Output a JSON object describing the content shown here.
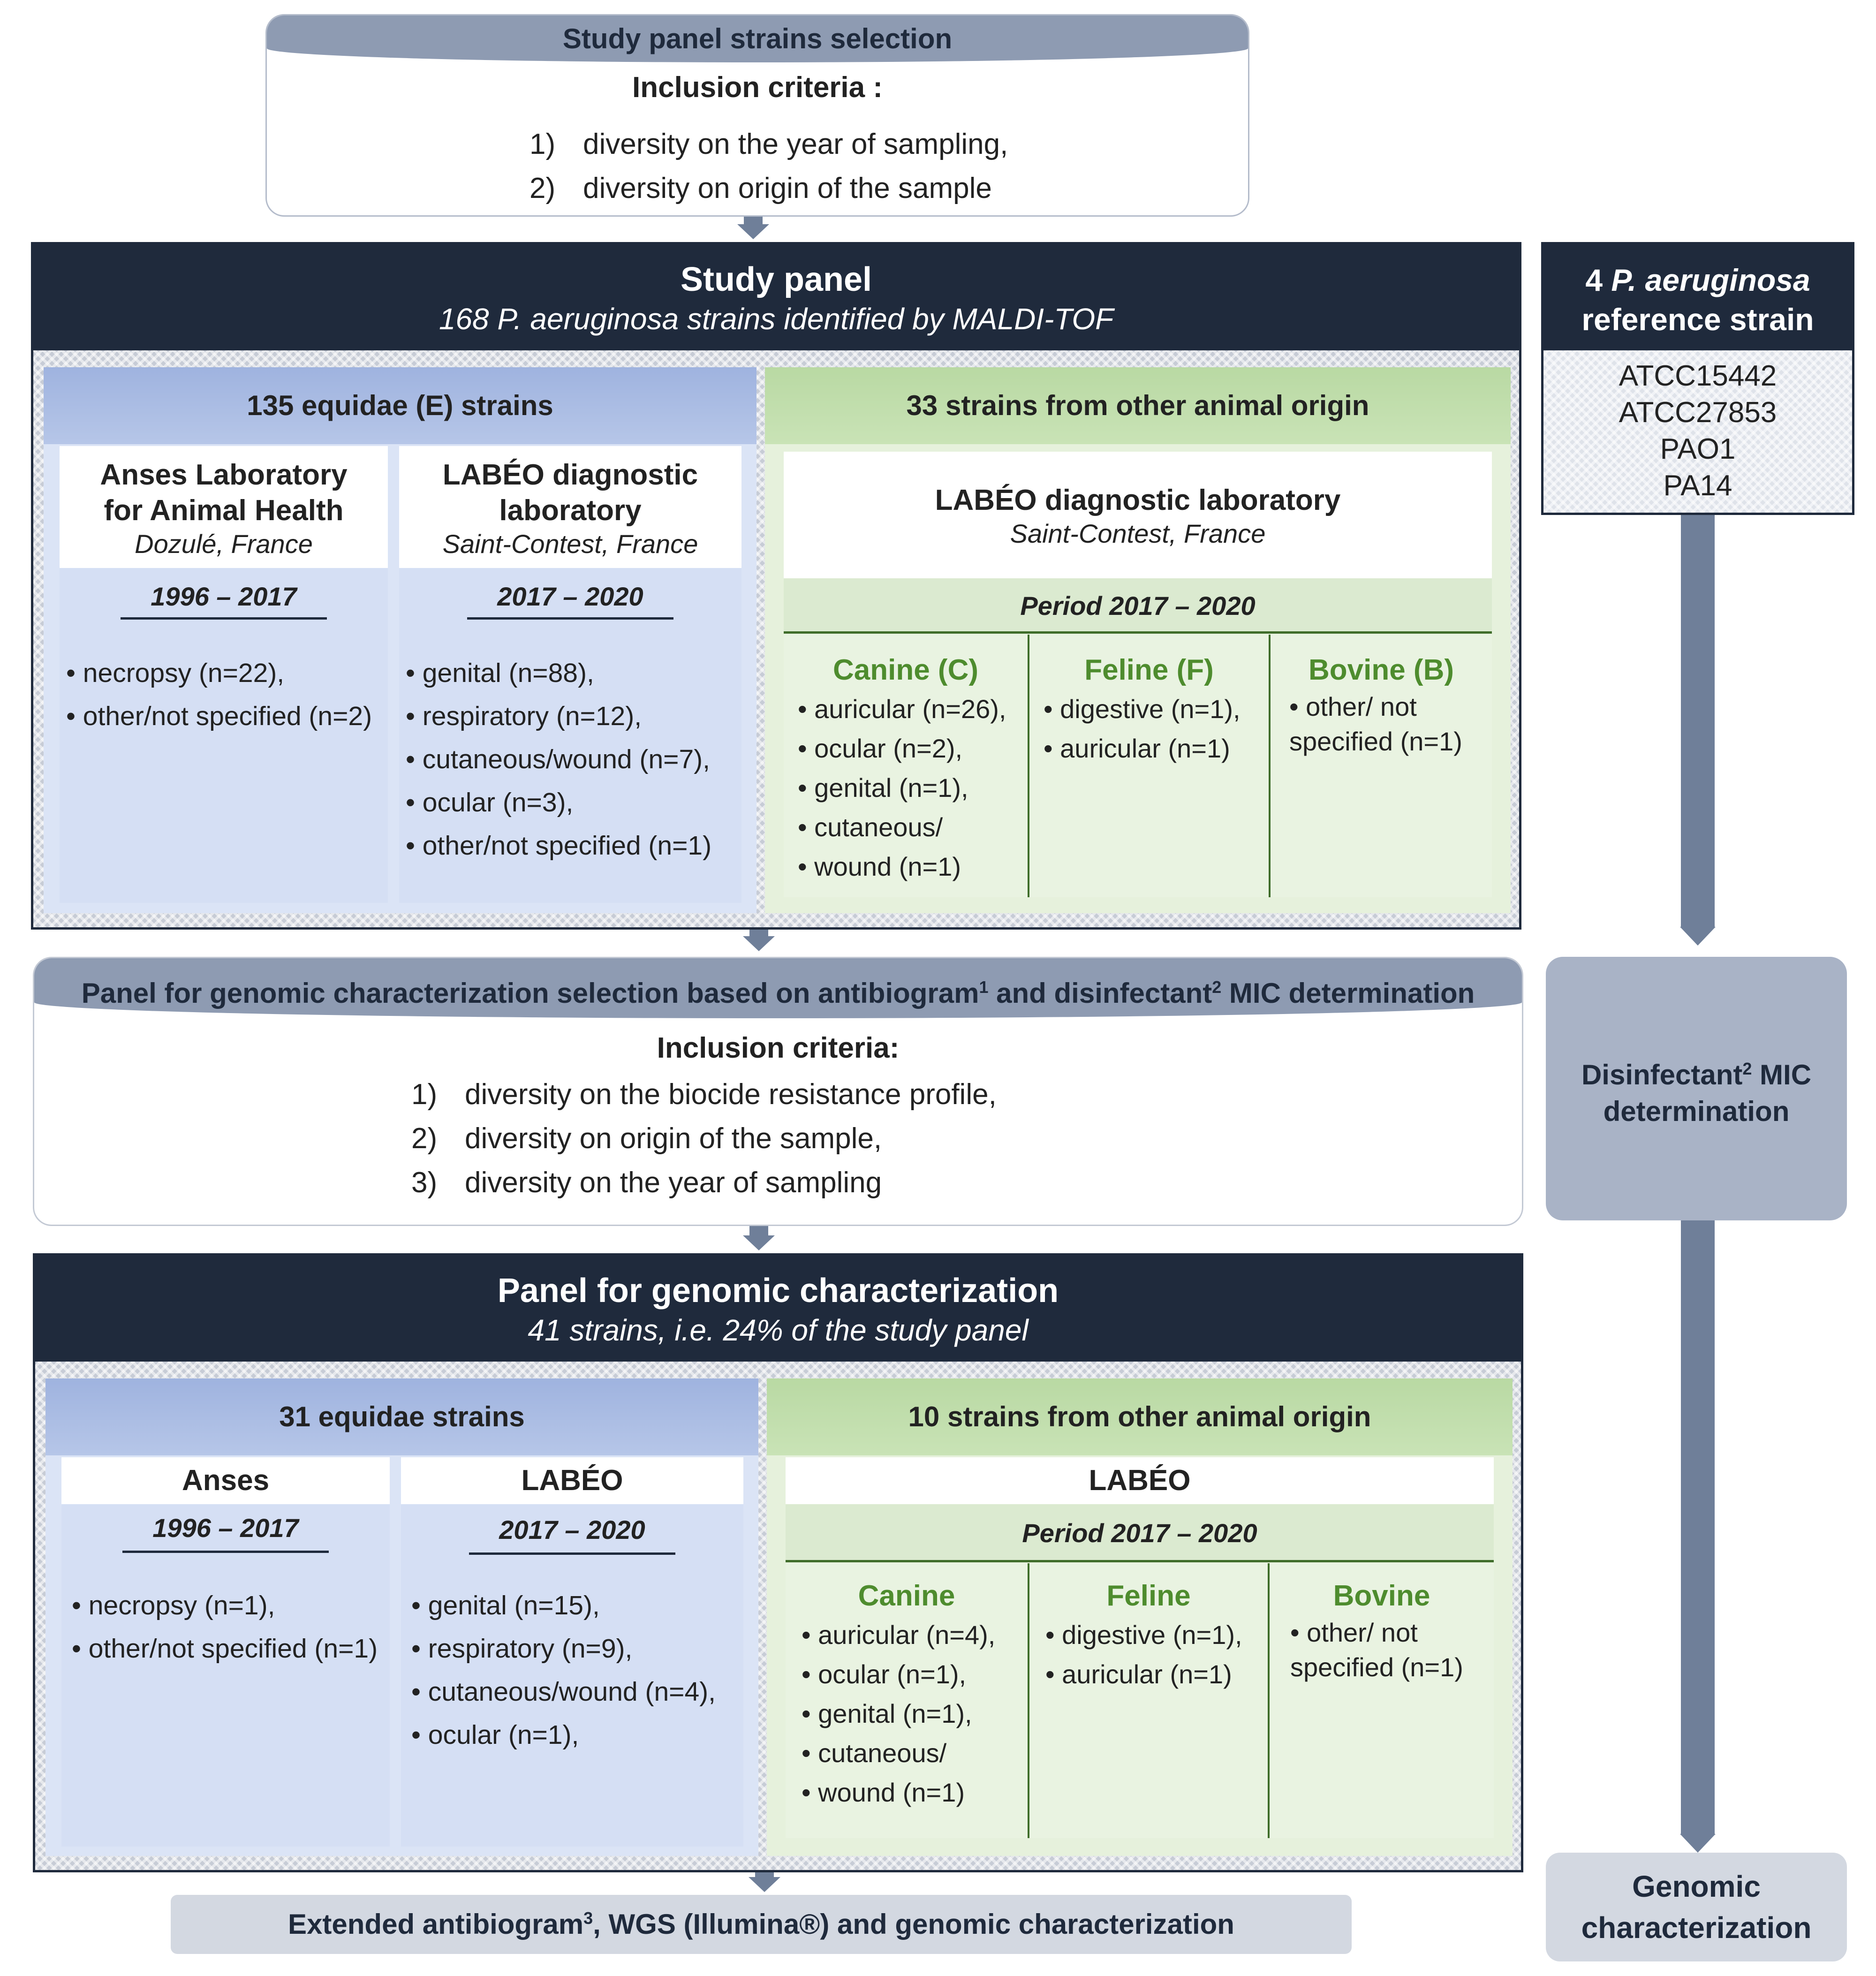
{
  "selection": {
    "header": "Study panel strains selection",
    "criteria_title": "Inclusion criteria :",
    "criteria": [
      {
        "num": "1)",
        "text": "diversity on the year of sampling,"
      },
      {
        "num": "2)",
        "text": "diversity on origin of the sample"
      }
    ]
  },
  "study_panel": {
    "title": "Study panel",
    "subtitle": "168 P. aeruginosa strains identified by MALDI-TOF",
    "equidae": {
      "title": "135 equidae (E) strains",
      "anses": {
        "name_line1": "Anses Laboratory",
        "name_line2": "for Animal Health",
        "location": "Dozulé, France",
        "period": "1996 – 2017",
        "items": [
          "• necropsy (n=22),",
          "• other/not specified (n=2)"
        ]
      },
      "labeo": {
        "name_line1": "LABÉO diagnostic",
        "name_line2": "laboratory",
        "location": "Saint-Contest, France",
        "period": "2017 – 2020",
        "items": [
          "• genital (n=88),",
          "• respiratory (n=12),",
          "• cutaneous/wound (n=7),",
          "• ocular (n=3),",
          "• other/not specified (n=1)"
        ]
      }
    },
    "other": {
      "title": "33 strains from other animal origin",
      "lab_name": "LABÉO diagnostic laboratory",
      "lab_location": "Saint-Contest, France",
      "period": "Period 2017 – 2020",
      "canine": {
        "title": "Canine (C)",
        "items": [
          "• auricular (n=26),",
          "• ocular (n=2),",
          "• genital (n=1),",
          "• cutaneous/",
          "• wound (n=1)"
        ]
      },
      "feline": {
        "title": "Feline (F)",
        "items": [
          "• digestive (n=1),",
          "• auricular (n=1)"
        ]
      },
      "bovine": {
        "title": "Bovine (B)",
        "items": [
          "• other/ not",
          "specified (n=1)"
        ]
      }
    }
  },
  "reference": {
    "title_line1_num": "4 ",
    "title_line1_italic": "P. aeruginosa",
    "title_line2": "reference strain",
    "strains": [
      "ATCC15442",
      "ATCC27853",
      "PAO1",
      "PA14"
    ]
  },
  "genomic_selection": {
    "header_a": "Panel for genomic characterization selection based on antibiogram",
    "sup1": "1",
    "header_b": " and disinfectant",
    "sup2": "2",
    "header_c": " MIC determination",
    "criteria_title": "Inclusion criteria:",
    "criteria": [
      {
        "num": "1)",
        "text": "diversity on the biocide resistance profile,"
      },
      {
        "num": "2)",
        "text": "diversity on origin of the sample,"
      },
      {
        "num": "3)",
        "text": "diversity on the year of sampling"
      }
    ]
  },
  "disinfectant_box": {
    "line1_a": "Disinfectant",
    "sup": "2",
    "line1_b": " MIC",
    "line2": "determination"
  },
  "genomic_panel": {
    "title": "Panel for genomic characterization",
    "subtitle": "41 strains, i.e. 24% of the study panel",
    "equidae": {
      "title": "31 equidae strains",
      "anses": {
        "name": "Anses",
        "period": "1996 – 2017",
        "items": [
          "• necropsy (n=1),",
          "• other/not specified (n=1)"
        ]
      },
      "labeo": {
        "name": "LABÉO",
        "period": "2017 – 2020",
        "items": [
          "• genital (n=15),",
          "• respiratory (n=9),",
          "• cutaneous/wound (n=4),",
          "• ocular (n=1),"
        ]
      }
    },
    "other": {
      "title": "10 strains from other animal origin",
      "lab_name": "LABÉO",
      "period": "Period 2017 – 2020",
      "canine": {
        "title": "Canine",
        "items": [
          "• auricular (n=4),",
          "• ocular (n=1),",
          "• genital (n=1),",
          "• cutaneous/",
          "• wound (n=1)"
        ]
      },
      "feline": {
        "title": "Feline",
        "items": [
          "• digestive (n=1),",
          "• auricular (n=1)"
        ]
      },
      "bovine": {
        "title": "Bovine",
        "items": [
          "• other/ not",
          "specified (n=1)"
        ]
      }
    }
  },
  "final": {
    "text_a": "Extended antibiogram",
    "sup": "3",
    "text_b": ", WGS (Illumina®) and genomic characterization"
  },
  "genomic_box": {
    "line1": "Genomic",
    "line2": "characterization"
  }
}
